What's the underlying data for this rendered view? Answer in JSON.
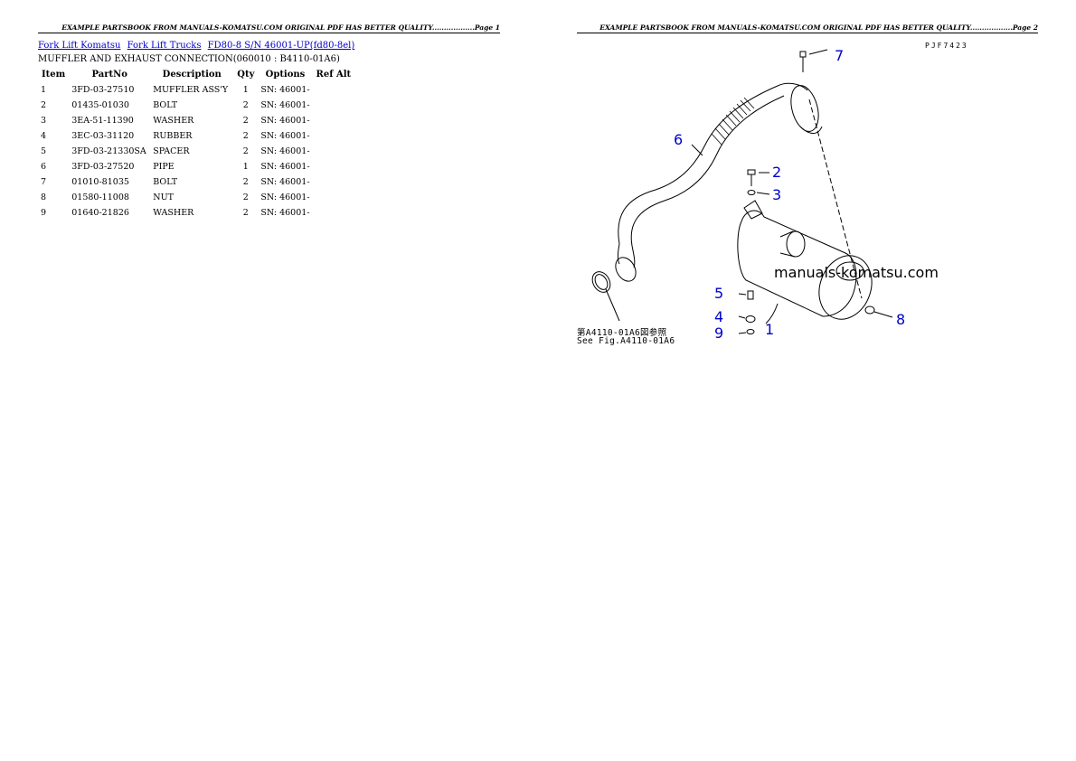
{
  "page1": {
    "header": "EXAMPLE PARTSBOOK FROM MANUALS-KOMATSU.COM ORIGINAL PDF HAS BETTER QUALITY..................Page 1",
    "breadcrumbs": [
      "Fork Lift Komatsu",
      "Fork Lift Trucks",
      "FD80-8 S/N 46001-UP(fd80-8el)"
    ],
    "subtitle": "MUFFLER AND EXHAUST CONNECTION(060010 : B4110-01A6)",
    "table": {
      "headers": [
        "Item",
        "PartNo",
        "Description",
        "Qty",
        "Options",
        "Ref Alt"
      ],
      "rows": [
        {
          "item": "1",
          "partno": "3FD-03-27510",
          "desc": "MUFFLER ASS'Y",
          "qty": "1",
          "options": "SN: 46001-",
          "ref": ""
        },
        {
          "item": "2",
          "partno": "01435-01030",
          "desc": "BOLT",
          "qty": "2",
          "options": "SN: 46001-",
          "ref": ""
        },
        {
          "item": "3",
          "partno": "3EA-51-11390",
          "desc": "WASHER",
          "qty": "2",
          "options": "SN: 46001-",
          "ref": ""
        },
        {
          "item": "4",
          "partno": "3EC-03-31120",
          "desc": "RUBBER",
          "qty": "2",
          "options": "SN: 46001-",
          "ref": ""
        },
        {
          "item": "5",
          "partno": "3FD-03-21330SA",
          "desc": "SPACER",
          "qty": "2",
          "options": "SN: 46001-",
          "ref": ""
        },
        {
          "item": "6",
          "partno": "3FD-03-27520",
          "desc": "PIPE",
          "qty": "1",
          "options": "SN: 46001-",
          "ref": ""
        },
        {
          "item": "7",
          "partno": "01010-81035",
          "desc": "BOLT",
          "qty": "2",
          "options": "SN: 46001-",
          "ref": ""
        },
        {
          "item": "8",
          "partno": "01580-11008",
          "desc": "NUT",
          "qty": "2",
          "options": "SN: 46001-",
          "ref": ""
        },
        {
          "item": "9",
          "partno": "01640-21826",
          "desc": "WASHER",
          "qty": "2",
          "options": "SN: 46001-",
          "ref": ""
        }
      ]
    }
  },
  "page2": {
    "header": "EXAMPLE PARTSBOOK FROM MANUALS-KOMATSU.COM ORIGINAL PDF HAS BETTER QUALITY..................Page 2",
    "diagram_code": "PJF7423",
    "watermark": "manuals-komatsu.com",
    "see_fig_jp": "第A4110-01A6図参照",
    "see_fig_en": "See Fig.A4110-01A6",
    "callouts": [
      "1",
      "2",
      "3",
      "4",
      "5",
      "6",
      "7",
      "8",
      "9"
    ],
    "callout_color": "#0000cc"
  }
}
